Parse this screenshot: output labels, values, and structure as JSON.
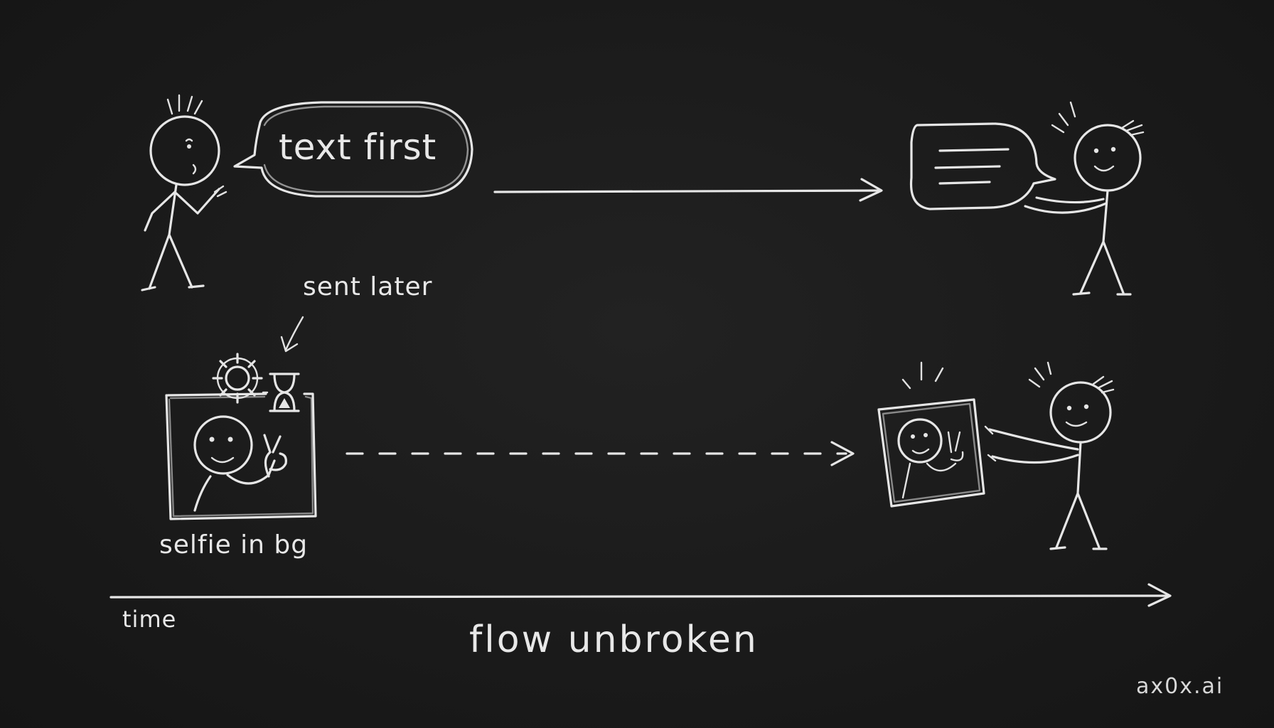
{
  "labels": {
    "bubble_text": "text first",
    "sent_later": "sent later",
    "selfie_caption": "selfie in bg",
    "time_axis": "time",
    "footer_caption": "flow unbroken",
    "brand": "ax0x.ai"
  },
  "colors": {
    "board": "#1b1b1b",
    "chalk": "#e6e6e6"
  },
  "icons": [
    "gear-icon",
    "hourglass-icon",
    "peace-sign-icon",
    "arrow-icon"
  ]
}
